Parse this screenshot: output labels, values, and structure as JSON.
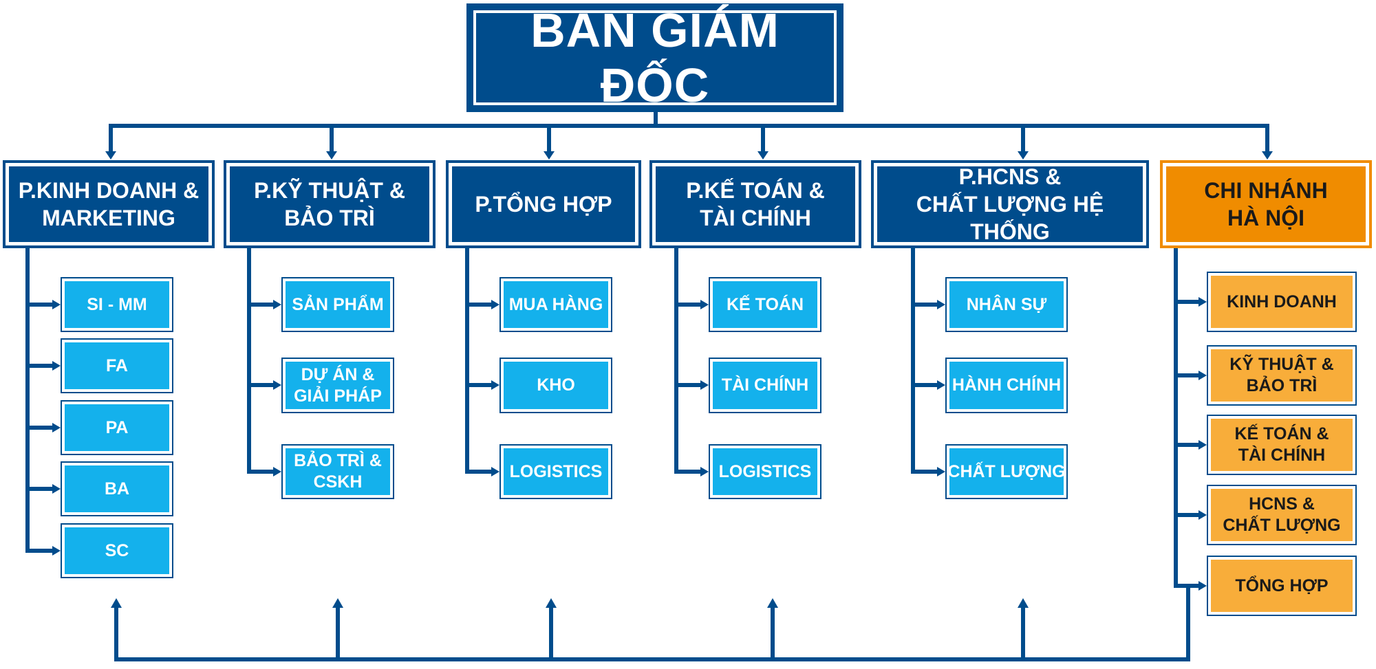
{
  "diagram": {
    "colors": {
      "primary": "#004c8c",
      "sub": "#14b1ec",
      "branch": "#f08c00",
      "branch_sub": "#f8ad3a"
    },
    "top": {
      "label": "BAN GIÁM ĐỐC"
    },
    "departments": [
      {
        "label": "P.KINH DOANH &\nMARKETING",
        "children": [
          "SI - MM",
          "FA",
          "PA",
          "BA",
          "SC"
        ]
      },
      {
        "label": "P.KỸ THUẬT &\nBẢO TRÌ",
        "children": [
          "SẢN PHẨM",
          "DỰ ÁN &\nGIẢI PHÁP",
          "BẢO TRÌ &\nCSKH"
        ]
      },
      {
        "label": "P.TỔNG HỢP",
        "children": [
          "MUA HÀNG",
          "KHO",
          "LOGISTICS"
        ]
      },
      {
        "label": "P.KẾ TOÁN &\nTÀI CHÍNH",
        "children": [
          "KẾ TOÁN",
          "TÀI CHÍNH",
          "LOGISTICS"
        ]
      },
      {
        "label": "P.HCNS &\nCHẤT LƯỢNG HỆ THỐNG",
        "children": [
          "NHÂN SỰ",
          "HÀNH CHÍNH",
          "CHẤT LƯỢNG"
        ]
      },
      {
        "label": "CHI NHÁNH\nHÀ NỘI",
        "children": [
          "KINH DOANH",
          "KỸ THUẬT &\nBẢO TRÌ",
          "KẾ TOÁN &\nTÀI CHÍNH",
          "HCNS &\nCHẤT LƯỢNG",
          "TỔNG HỢP"
        ]
      }
    ]
  }
}
